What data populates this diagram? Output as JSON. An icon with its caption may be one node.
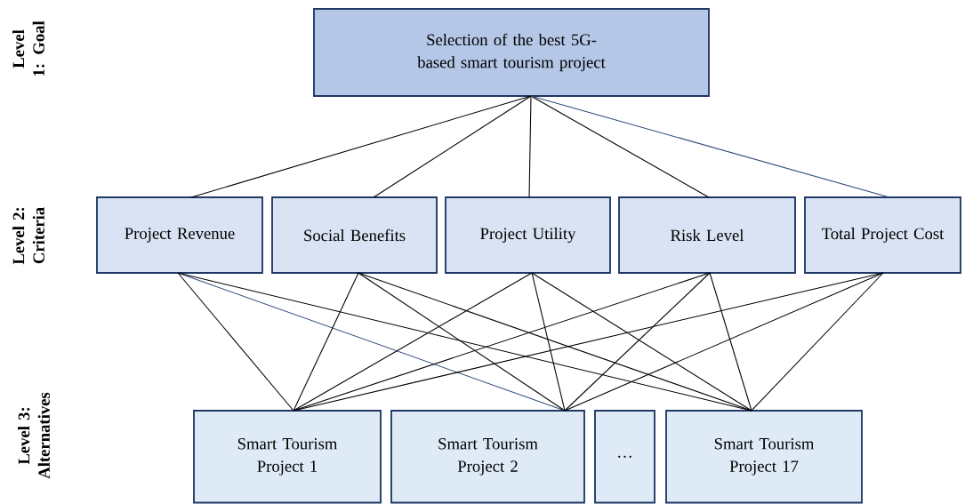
{
  "diagram": {
    "nodes": [
      {
        "text": [
          "Selection of the best 5G-based smart tourism project"
        ]
      },
      {
        "text": [
          "Project Revenue"
        ]
      },
      {
        "text": [
          "Social Benefits"
        ]
      },
      {
        "text": [
          "Project Utility"
        ]
      },
      {
        "text": [
          "Risk Level"
        ]
      },
      {
        "text": [
          "Total Project Cost"
        ]
      },
      {
        "text": [
          "Smart Tourism Project 1"
        ]
      },
      {
        "text": [
          "Smart Tourism Project 2"
        ]
      },
      {
        "text": [
          "…"
        ]
      },
      {
        "text": [
          "Smart Tourism Project 17"
        ]
      }
    ],
    "edges": [
      {
        "from": 0,
        "to": 1,
        "arrow": "none"
      },
      {
        "from": 0,
        "to": 2,
        "arrow": "none"
      },
      {
        "from": 0,
        "to": 3,
        "arrow": "none"
      },
      {
        "from": 0,
        "to": 4,
        "arrow": "none"
      },
      {
        "from": 0,
        "to": 5,
        "arrow": "none",
        "color": "#2f4a7a"
      },
      {
        "from": 1,
        "to": 6,
        "arrow": "none"
      },
      {
        "from": 1,
        "to": 7,
        "arrow": "none",
        "color": "#2f4a7a"
      },
      {
        "from": 1,
        "to": 9,
        "arrow": "none"
      },
      {
        "from": 2,
        "to": 6,
        "arrow": "none"
      },
      {
        "from": 2,
        "to": 7,
        "arrow": "none"
      },
      {
        "from": 2,
        "to": 9,
        "arrow": "none"
      },
      {
        "from": 3,
        "to": 6,
        "arrow": "none"
      },
      {
        "from": 3,
        "to": 7,
        "arrow": "none"
      },
      {
        "from": 3,
        "to": 9,
        "arrow": "none"
      },
      {
        "from": 4,
        "to": 6,
        "arrow": "none"
      },
      {
        "from": 4,
        "to": 7,
        "arrow": "none"
      },
      {
        "from": 4,
        "to": 9,
        "arrow": "none"
      },
      {
        "from": 5,
        "to": 6,
        "arrow": "none"
      },
      {
        "from": 5,
        "to": 7,
        "arrow": "none"
      },
      {
        "from": 5,
        "to": 9,
        "arrow": "none"
      }
    ],
    "labels": [
      "Level 1: Goal",
      "Level 2: Criteria",
      "Level 3: Alternatives"
    ]
  }
}
